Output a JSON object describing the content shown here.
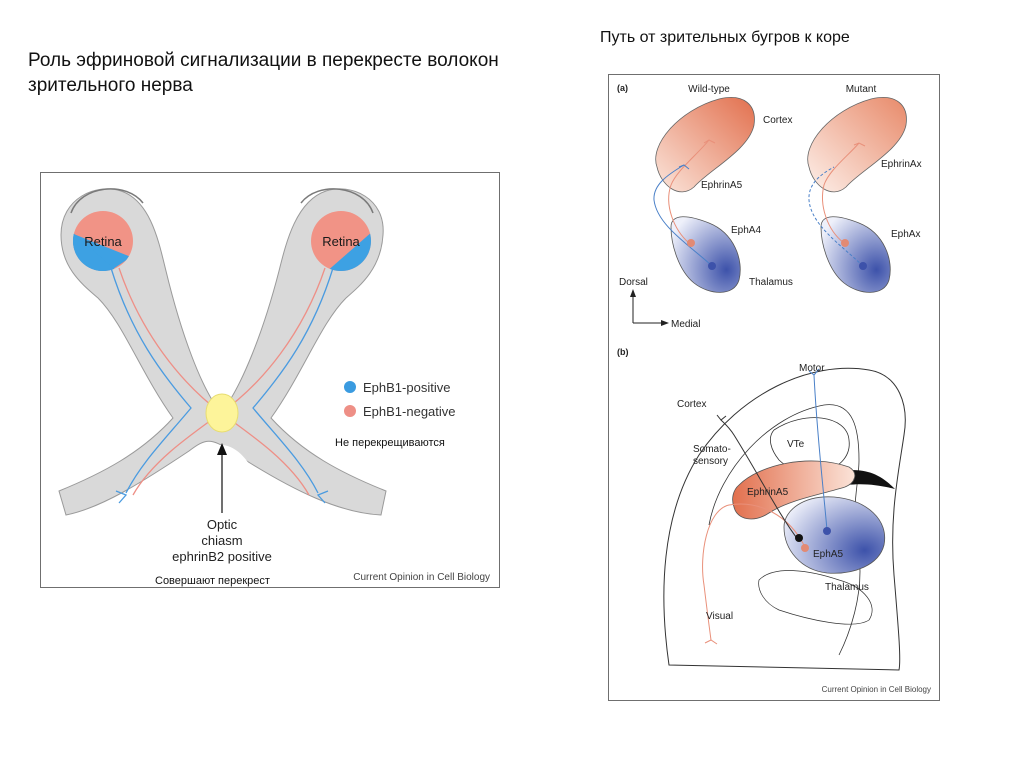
{
  "slide": {
    "title": "Роль эфриновой сигнализации в перекресте волокон зрительного нерва",
    "right_title": "Путь от зрительных бугров к коре"
  },
  "left_figure": {
    "retina_label": "Retina",
    "legend": [
      {
        "label": "EphB1-positive",
        "color": "#3a9be0"
      },
      {
        "label": "EphB1-negative",
        "color": "#ee8f86"
      }
    ],
    "chiasm_label_lines": [
      "Optic",
      "chiasm",
      "ephrinB2 positive"
    ],
    "credit": "Current Opinion in Cell Biology",
    "caption_nocross": "Не перекрещиваются",
    "caption_cross": "Совершают перекрест",
    "colors": {
      "retina_pink": "#f19386",
      "retina_blue": "#3da1e3",
      "tissue": "#d9d9d9",
      "chiasm": "#fdf49a"
    }
  },
  "right_figure": {
    "panel_a": {
      "label": "(a)",
      "wildtype": "Wild-type",
      "mutant": "Mutant",
      "cortex": "Cortex",
      "ephrinA5": "EphrinA5",
      "ephrinAx": "EphrinAx",
      "ephA4": "EphA4",
      "ephAx": "EphAx",
      "thalamus": "Thalamus",
      "dorsal": "Dorsal",
      "medial": "Medial"
    },
    "panel_b": {
      "label": "(b)",
      "motor": "Motor",
      "cortex": "Cortex",
      "somato_lines": [
        "Somato-",
        "sensory"
      ],
      "vte": "VTe",
      "ephrinA5": "EphrinA5",
      "ephA5": "EphA5",
      "thalamus": "Thalamus",
      "visual": "Visual"
    },
    "credit": "Current Opinion in Cell Biology",
    "colors": {
      "cortex_orange": "#e2704e",
      "thalamus_blue": "#3d52aa",
      "axon_blue": "#4a80c8",
      "axon_pink": "#e9907a"
    }
  }
}
